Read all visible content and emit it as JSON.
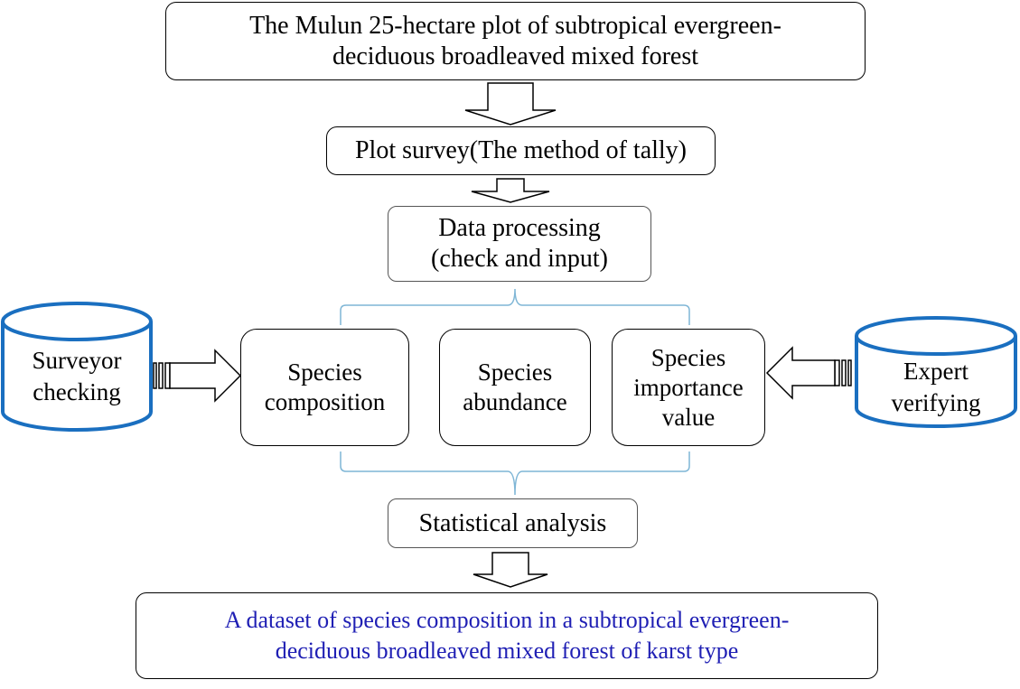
{
  "nodes": {
    "plot": "The Mulun 25-hectare plot of subtropical evergreen-\ndeciduous broadleaved mixed forest",
    "survey": "Plot survey(The method of tally)",
    "processing": "Data processing\n(check and input)",
    "composition": "Species\ncomposition",
    "abundance": "Species\nabundance",
    "importance": "Species\nimportance\nvalue",
    "analysis": "Statistical analysis",
    "dataset": "A dataset of species composition in a subtropical evergreen-\ndeciduous broadleaved mixed forest of karst type",
    "surveyor": "Surveyor\nchecking",
    "expert": "Expert\nverifying"
  },
  "colors": {
    "dataset_text": "#1f1fb4",
    "bracket": "#7fb6d6",
    "cylinder": "#1a6fc0"
  }
}
